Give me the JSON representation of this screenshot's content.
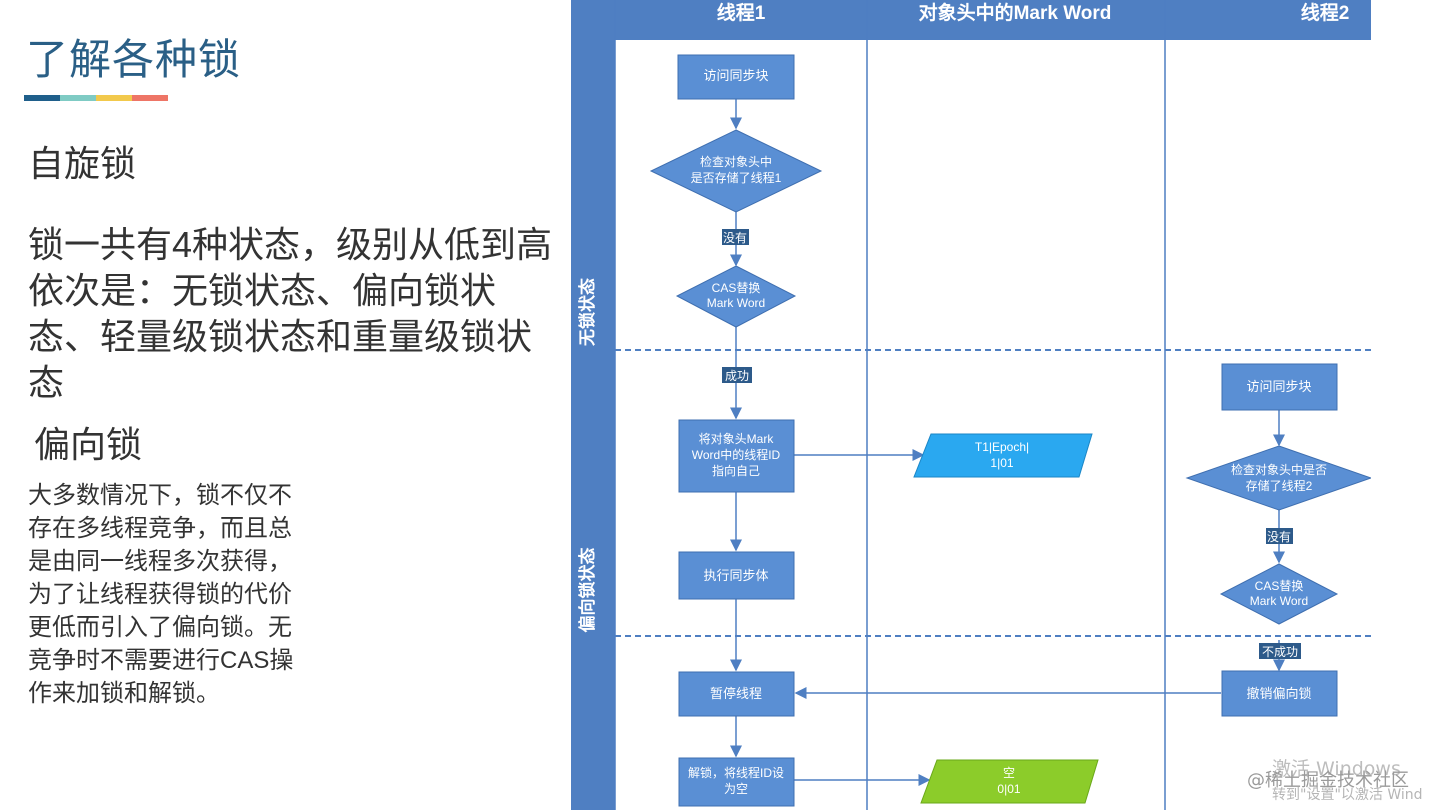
{
  "slide": {
    "title": "了解各种锁",
    "accent_colors": [
      "#1f5f8b",
      "#7fcbc4",
      "#f2c94c",
      "#ee7566"
    ],
    "spin_heading": "自旋锁",
    "states_paragraph": "锁一共有4种状态，级别从低到高依次是：无锁状态、偏向锁状态、轻量级锁状态和重量级锁状态",
    "bias_heading": "偏向锁",
    "bias_body": "大多数情况下，锁不仅不存在多线程竞争，而且总是由同一线程多次获得，为了让线程获得锁的代价更低而引入了偏向锁。无竞争时不需要进行CAS操作来加锁和解锁。"
  },
  "diagram": {
    "header_color": "#4f7fc2",
    "columns": [
      "线程1",
      "对象头中的Mark Word",
      "线程2"
    ],
    "lanes": [
      "无锁状态",
      "偏向锁状态"
    ],
    "t1_nodes": {
      "visit": "访问同步块",
      "check": [
        "检查对象头中",
        "是否存储了线程1"
      ],
      "no": "没有",
      "cas": [
        "CAS替换",
        "Mark Word"
      ],
      "success": "成功",
      "point": [
        "将对象头Mark",
        "Word中的线程ID",
        "指向自己"
      ],
      "exec": "执行同步体",
      "pause": "暂停线程",
      "unlock": [
        "解锁，将线程ID设",
        "为空"
      ]
    },
    "mark_word_nodes": {
      "biased": [
        "T1|Epoch|",
        "1|01"
      ],
      "empty": [
        "空",
        "0|01"
      ]
    },
    "t2_nodes": {
      "visit": "访问同步块",
      "check": [
        "检查对象头中是否",
        "存储了线程2"
      ],
      "no": "没有",
      "cas": [
        "CAS替换",
        "Mark Word"
      ],
      "fail": "不成功",
      "revoke": "撤销偏向锁"
    }
  },
  "watermark": {
    "activate": "激活 Windows",
    "source": "@稀土掘金技术社区",
    "hint": "转到\"设置\"以激活 Wind"
  }
}
